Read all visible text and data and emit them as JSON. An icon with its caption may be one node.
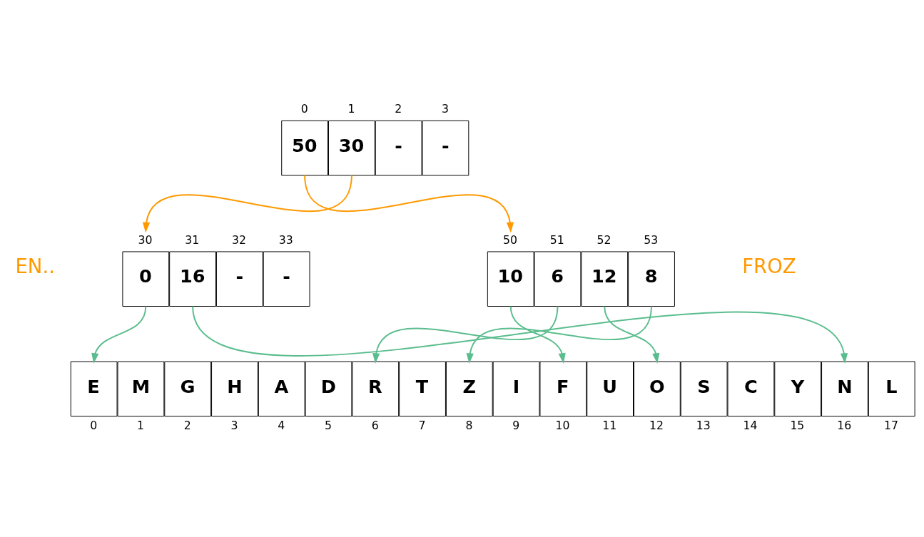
{
  "diagram": {
    "nodes": [
      {
        "text": [
          "50"
        ],
        "beside": [
          "0"
        ]
      },
      {
        "text": [
          "30"
        ],
        "beside": [
          "1"
        ]
      },
      {
        "text": [
          "-"
        ],
        "beside": [
          "2"
        ]
      },
      {
        "text": [
          "-"
        ],
        "beside": [
          "3"
        ]
      },
      {
        "text": [
          "0"
        ],
        "beside": [
          "30"
        ]
      },
      {
        "text": [
          "16"
        ],
        "beside": [
          "31"
        ]
      },
      {
        "text": [
          "-"
        ],
        "beside": [
          "32"
        ]
      },
      {
        "text": [
          "-"
        ],
        "beside": [
          "33"
        ]
      },
      {
        "text": [
          "10"
        ],
        "beside": [
          "50"
        ]
      },
      {
        "text": [
          "6"
        ],
        "beside": [
          "51"
        ]
      },
      {
        "text": [
          "12"
        ],
        "beside": [
          "52"
        ]
      },
      {
        "text": [
          "8"
        ],
        "beside": [
          "53"
        ]
      },
      {
        "text": [
          "E"
        ],
        "beside": [
          "0"
        ]
      },
      {
        "text": [
          "M"
        ],
        "beside": [
          "1"
        ]
      },
      {
        "text": [
          "G"
        ],
        "beside": [
          "2"
        ]
      },
      {
        "text": [
          "H"
        ],
        "beside": [
          "3"
        ]
      },
      {
        "text": [
          "A"
        ],
        "beside": [
          "4"
        ]
      },
      {
        "text": [
          "D"
        ],
        "beside": [
          "5"
        ]
      },
      {
        "text": [
          "R"
        ],
        "beside": [
          "6"
        ]
      },
      {
        "text": [
          "T"
        ],
        "beside": [
          "7"
        ]
      },
      {
        "text": [
          "Z"
        ],
        "beside": [
          "8"
        ]
      },
      {
        "text": [
          "I"
        ],
        "beside": [
          "9"
        ]
      },
      {
        "text": [
          "F"
        ],
        "beside": [
          "10"
        ]
      },
      {
        "text": [
          "U"
        ],
        "beside": [
          "11"
        ]
      },
      {
        "text": [
          "O"
        ],
        "beside": [
          "12"
        ]
      },
      {
        "text": [
          "S"
        ],
        "beside": [
          "13"
        ]
      },
      {
        "text": [
          "C"
        ],
        "beside": [
          "14"
        ]
      },
      {
        "text": [
          "Y"
        ],
        "beside": [
          "15"
        ]
      },
      {
        "text": [
          "N"
        ],
        "beside": [
          "16"
        ]
      },
      {
        "text": [
          "L"
        ],
        "beside": [
          "17"
        ]
      }
    ],
    "edges": [
      {
        "from": 0,
        "to": 8,
        "arrow": "to",
        "color": "#ff9900"
      },
      {
        "from": 1,
        "to": 4,
        "arrow": "to",
        "color": "#ff9900"
      },
      {
        "from": 4,
        "to": 12,
        "arrow": "to"
      },
      {
        "from": 5,
        "to": 28,
        "arrow": "to"
      },
      {
        "from": 8,
        "to": 22,
        "arrow": "to"
      },
      {
        "from": 9,
        "to": 18,
        "arrow": "to"
      },
      {
        "from": 10,
        "to": 24,
        "arrow": "to"
      },
      {
        "from": 11,
        "to": 20,
        "arrow": "to"
      }
    ],
    "labels": [
      "EN..",
      "FROZ"
    ]
  }
}
